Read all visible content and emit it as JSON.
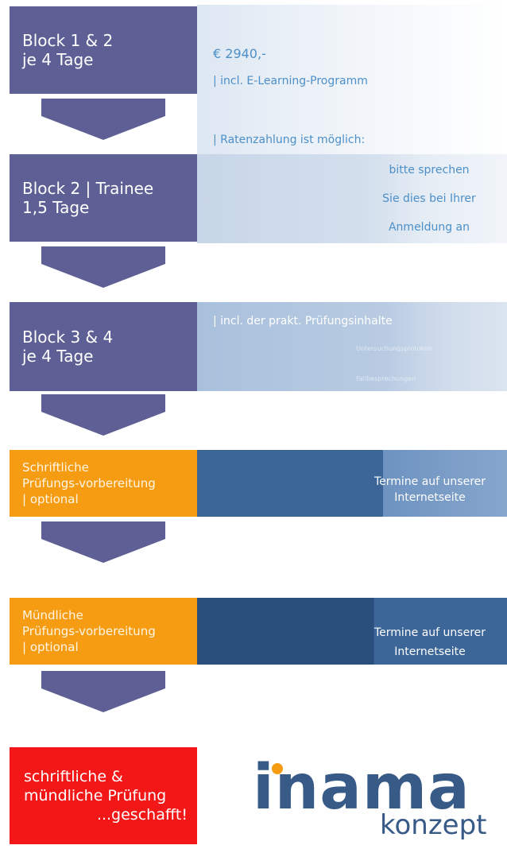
{
  "steps": {
    "block12": {
      "line1": "Block 1 & 2",
      "line2": "je 4 Tage"
    },
    "trainee": {
      "line1": "Block 2 | Trainee",
      "line2": "1,5 Tage"
    },
    "block34": {
      "line1": "Block 3 & 4",
      "line2": "je 4 Tage"
    },
    "written_prep": {
      "line1": "Schriftliche",
      "line2": "Prüfungs-vorbereitung",
      "line3": "| optional"
    },
    "oral_prep": {
      "line1": "Mündliche",
      "line2": "Prüfungs-vorbereitung",
      "line3": "| optional"
    },
    "final": {
      "line1": "schriftliche &",
      "line2": "mündliche Prüfung",
      "line3": "...geschafft!"
    }
  },
  "info": {
    "price": "€ 2940,-",
    "elearning": "| incl. E-Learning-Programm",
    "installments": "| Ratenzahlung ist möglich:",
    "installments_note": [
      "bitte sprechen",
      "Sie dies bei Ihrer",
      "Anmeldung an"
    ],
    "practical": "| incl. der prakt. Prüfungsinhalte",
    "faint_line1": "Untersuchungsprotokoll",
    "faint_line2": "Fallbesprechungen",
    "written_dates": [
      "Termine auf unserer",
      "Internetseite"
    ],
    "oral_dates": [
      "Termine auf unserer",
      "Internetseite"
    ]
  },
  "logo": {
    "main": "inama",
    "sub": "konzept"
  },
  "colors": {
    "purple": "#5d5f95",
    "orange": "#f59c12",
    "red": "#f41717",
    "brand_blue": "#375a87",
    "logo_accent": "#f59c12"
  }
}
